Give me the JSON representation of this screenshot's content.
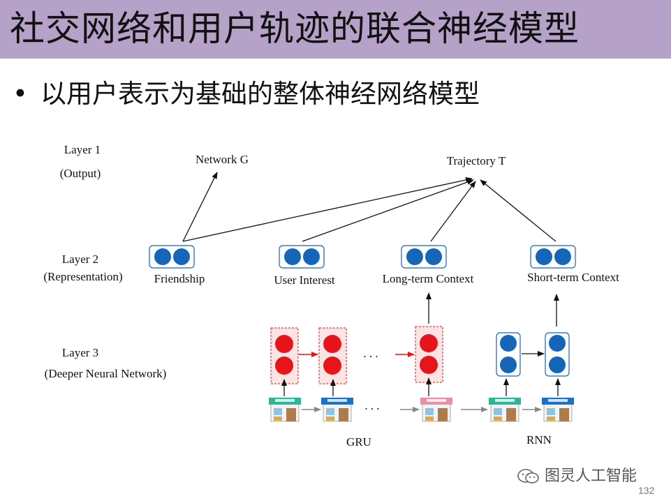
{
  "slide": {
    "title": "社交网络和用户轨迹的联合神经模型",
    "bullet": "以用户表示为基础的整体神经网络模型",
    "page_number": "132",
    "watermark": "图灵人工智能"
  },
  "diagram": {
    "layers": [
      {
        "line1": "Layer 1",
        "line2": "(Output)"
      },
      {
        "line1": "Layer 2",
        "line2": "(Representation)"
      },
      {
        "line1": "Layer 3",
        "line2": "(Deeper Neural Network)"
      }
    ],
    "outputs": {
      "network": "Network G",
      "trajectory": "Trajectory T"
    },
    "representations": [
      "Friendship",
      "User Interest",
      "Long-term Context",
      "Short-term Context"
    ],
    "ellipsis": ". . .",
    "modules": {
      "gru": "GRU",
      "rnn": "RNN"
    },
    "colors": {
      "blue_node": "#1565b8",
      "red_node": "#e8141c",
      "title_bar": "#b6a1c8",
      "arrow_red": "#e8141c",
      "arrow_gray": "#888888"
    }
  }
}
